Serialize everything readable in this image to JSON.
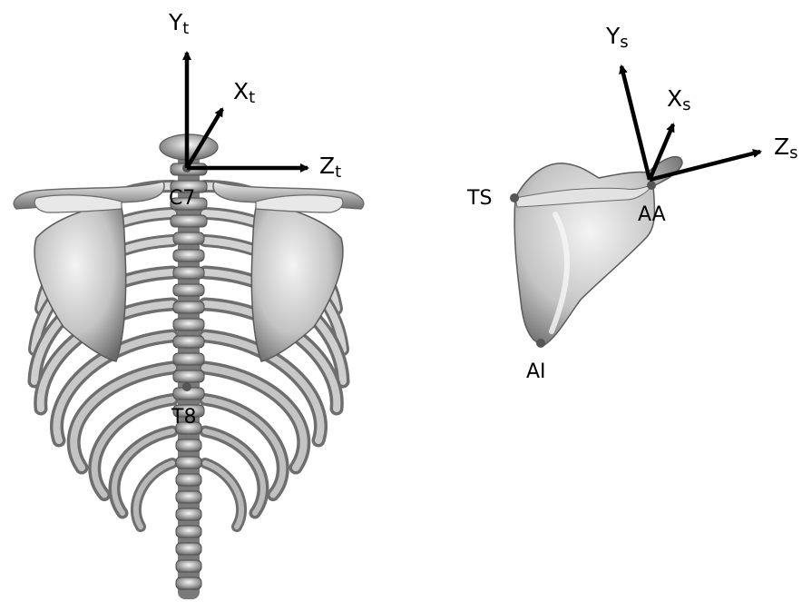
{
  "torso_axes": {
    "y": {
      "base": "Y",
      "sub": "t"
    },
    "x": {
      "base": "X",
      "sub": "t"
    },
    "z": {
      "base": "Z",
      "sub": "t"
    }
  },
  "scapula_axes": {
    "y": {
      "base": "Y",
      "sub": "s"
    },
    "x": {
      "base": "X",
      "sub": "s"
    },
    "z": {
      "base": "Z",
      "sub": "s"
    }
  },
  "landmarks": {
    "c7": "C7",
    "t8": "T8",
    "ts": "TS",
    "aa": "AA",
    "ai": "AI"
  },
  "colors": {
    "bone_light": "#eeeeee",
    "bone_mid": "#b8b8b8",
    "bone_dark": "#5a5a5a",
    "marker": "#555555",
    "arrow": "#000000"
  }
}
